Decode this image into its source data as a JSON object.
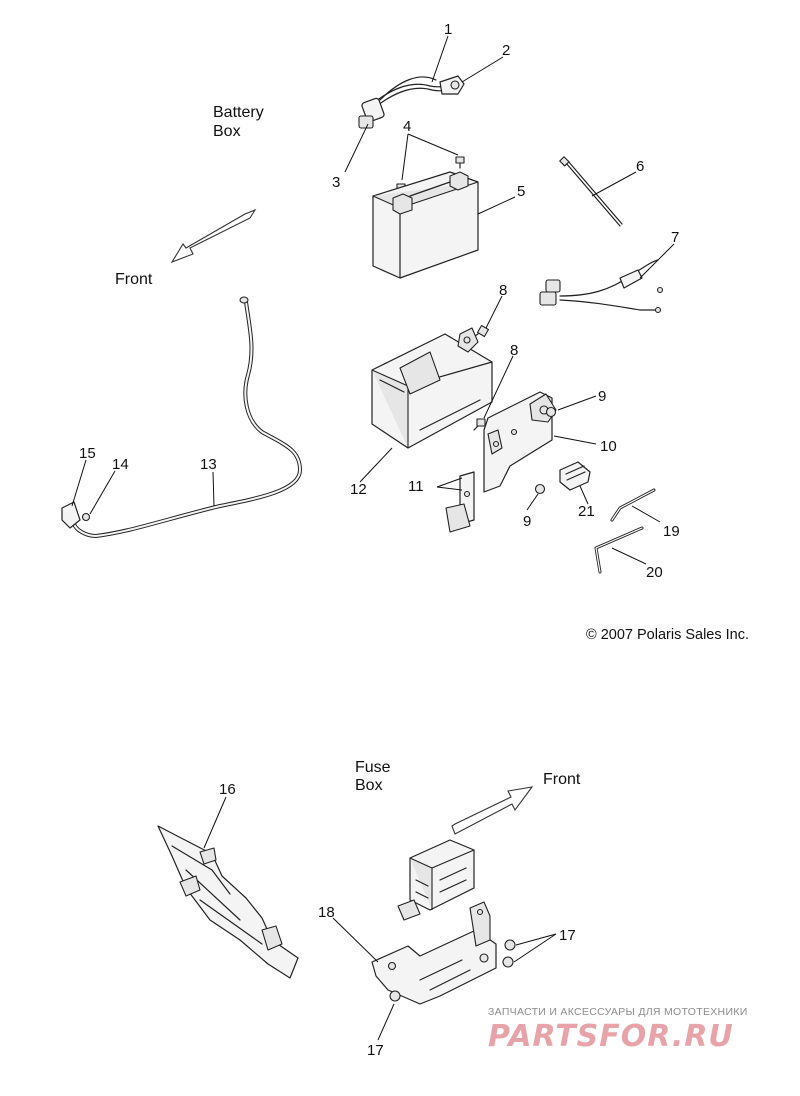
{
  "captions": {
    "battery_box": [
      "Battery",
      "Box"
    ],
    "fuse_box": [
      "Fuse",
      "Box"
    ],
    "front_top": "Front",
    "front_bottom": "Front",
    "copyright": "© 2007 Polaris Sales Inc."
  },
  "callouts": [
    "1",
    "2",
    "3",
    "4",
    "5",
    "6",
    "7",
    "8",
    "8",
    "9",
    "9",
    "10",
    "11",
    "12",
    "13",
    "14",
    "15",
    "16",
    "17",
    "17",
    "18",
    "19",
    "20",
    "21"
  ],
  "watermark": {
    "tagline": "ЗАПЧАСТИ И АКСЕССУАРЫ ДЛЯ МОТОТЕХНИКИ",
    "brand": "PARTSFOR.RU"
  },
  "colors": {
    "ink": "#222222",
    "watermark": "#e7a3a8"
  }
}
